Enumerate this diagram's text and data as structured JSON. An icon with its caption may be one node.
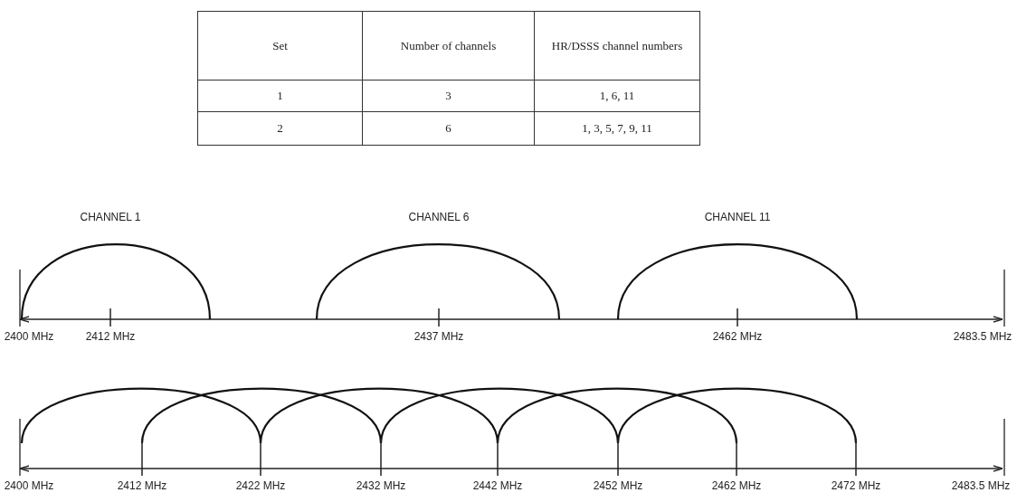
{
  "diagram": {
    "labels": [
      "Set",
      "Number of channels",
      "HR/DSSS channel numbers",
      "1",
      "3",
      "1, 6, 11",
      "2",
      "6",
      "1, 3, 5, 7, 9, 11",
      "CHANNEL 1",
      "CHANNEL 6",
      "CHANNEL 11",
      "2400 MHz",
      "2412 MHz",
      "2437 MHz",
      "2462 MHz",
      "2483.5 MHz",
      "2400 MHz",
      "2412 MHz",
      "2422 MHz",
      "2432 MHz",
      "2442 MHz",
      "2452 MHz",
      "2462 MHz",
      "2472 MHz",
      "2483.5 MHz"
    ]
  }
}
